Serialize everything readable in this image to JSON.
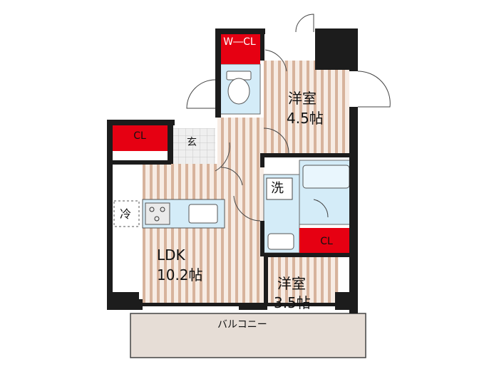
{
  "rooms": {
    "western_a": {
      "name": "洋室",
      "size": "4.5帖"
    },
    "western_b": {
      "name": "洋室",
      "size": "3.5帖"
    },
    "ldk": {
      "name": "LDK",
      "size": "10.2帖"
    }
  },
  "fixtures": {
    "wcl": "W―CL",
    "cl_entry": "CL",
    "cl_bath": "CL",
    "genkan": "玄",
    "washer": "洗",
    "fridge": "冷"
  },
  "balcony": "バルコニー",
  "colors": {
    "wall": "#1c1c1c",
    "closet": "#e60012",
    "floor_stripe": "#c9a48a",
    "floor_base": "#f7ece4",
    "wet_area": "#d4ecf8",
    "balcony": "#e6ddd6"
  }
}
